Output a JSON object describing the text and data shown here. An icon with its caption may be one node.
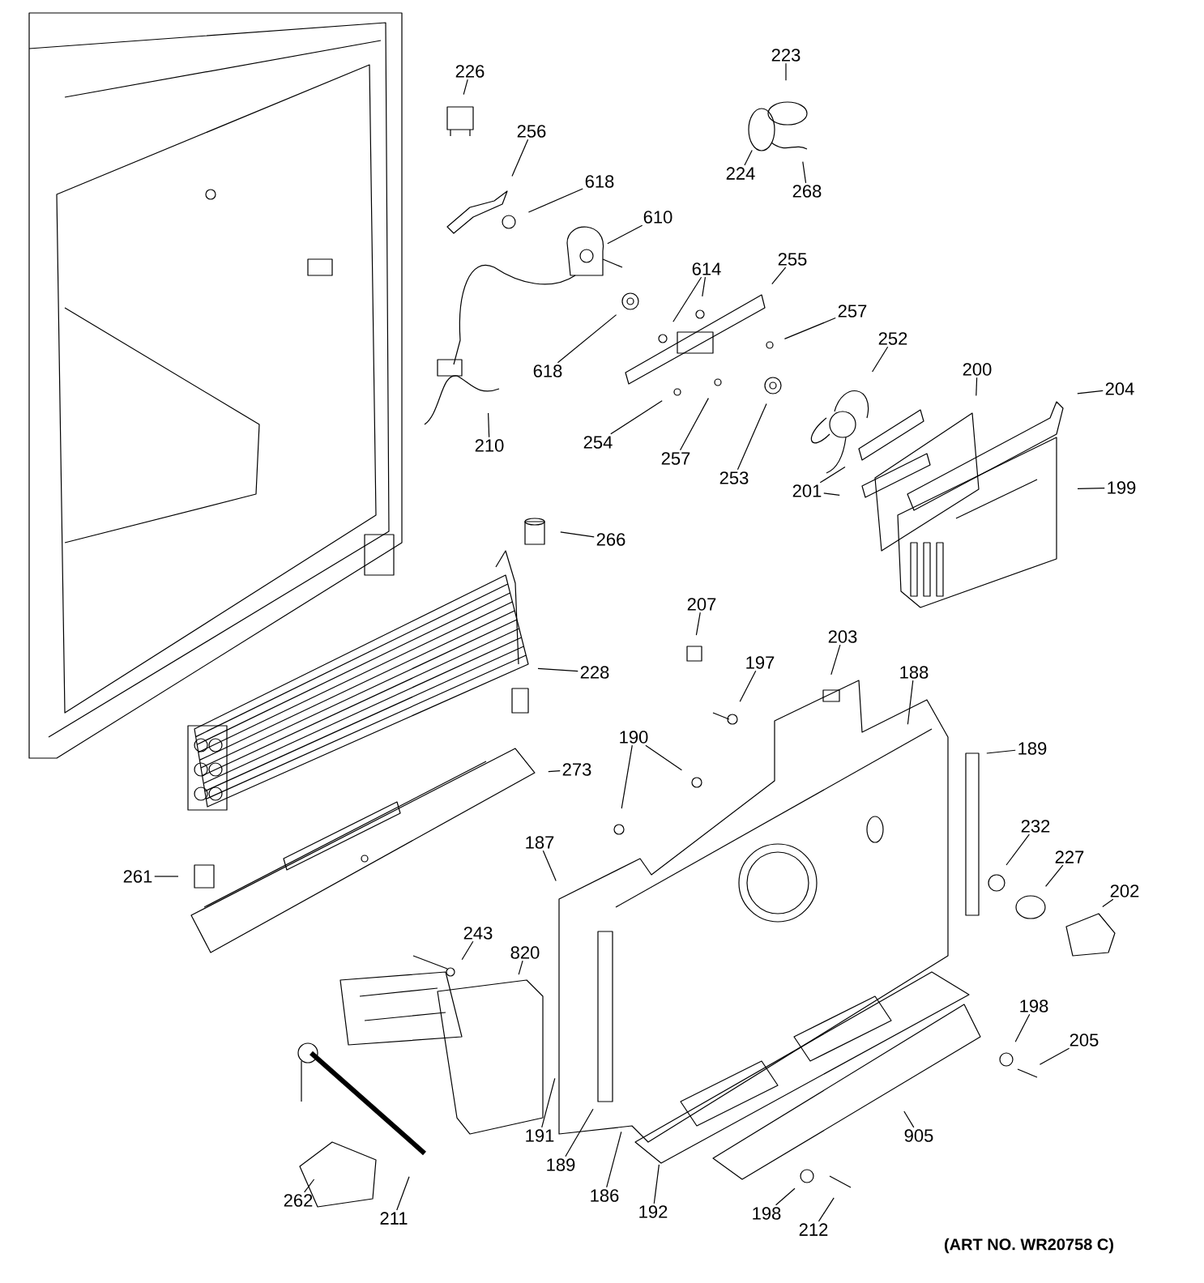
{
  "diagram": {
    "nodes": [
      {
        "text": [
          "223"
        ]
      },
      {
        "text": [
          "226"
        ]
      },
      {
        "text": [
          "256"
        ]
      },
      {
        "text": [
          "224"
        ]
      },
      {
        "text": [
          "618"
        ]
      },
      {
        "text": [
          "268"
        ]
      },
      {
        "text": [
          "610"
        ]
      },
      {
        "text": [
          "255"
        ]
      },
      {
        "text": [
          "614"
        ]
      },
      {
        "text": [
          "257"
        ]
      },
      {
        "text": [
          "252"
        ]
      },
      {
        "text": [
          "200"
        ]
      },
      {
        "text": [
          "618"
        ]
      },
      {
        "text": [
          "204"
        ]
      },
      {
        "text": [
          "254"
        ]
      },
      {
        "text": [
          "210"
        ]
      },
      {
        "text": [
          "257"
        ]
      },
      {
        "text": [
          "253"
        ]
      },
      {
        "text": [
          "199"
        ]
      },
      {
        "text": [
          "201"
        ]
      },
      {
        "text": [
          "266"
        ]
      },
      {
        "text": [
          "207"
        ]
      },
      {
        "text": [
          "203"
        ]
      },
      {
        "text": [
          "197"
        ]
      },
      {
        "text": [
          "228"
        ]
      },
      {
        "text": [
          "188"
        ]
      },
      {
        "text": [
          "190"
        ]
      },
      {
        "text": [
          "189"
        ]
      },
      {
        "text": [
          "273"
        ]
      },
      {
        "text": [
          "232"
        ]
      },
      {
        "text": [
          "187"
        ]
      },
      {
        "text": [
          "227"
        ]
      },
      {
        "text": [
          "261"
        ]
      },
      {
        "text": [
          "202"
        ]
      },
      {
        "text": [
          "243"
        ]
      },
      {
        "text": [
          "820"
        ]
      },
      {
        "text": [
          "198"
        ]
      },
      {
        "text": [
          "205"
        ]
      },
      {
        "text": [
          "191"
        ]
      },
      {
        "text": [
          "905"
        ]
      },
      {
        "text": [
          "189"
        ]
      },
      {
        "text": [
          "186"
        ]
      },
      {
        "text": [
          "262"
        ]
      },
      {
        "text": [
          "192"
        ]
      },
      {
        "text": [
          "198"
        ]
      },
      {
        "text": [
          "211"
        ]
      },
      {
        "text": [
          "212"
        ]
      }
    ],
    "edges": [
      {
        "from": 0,
        "to": null,
        "arrow": "none"
      },
      {
        "from": 1,
        "to": null,
        "arrow": "none"
      },
      {
        "from": 2,
        "to": null,
        "arrow": "none"
      },
      {
        "from": 3,
        "to": null,
        "arrow": "none"
      },
      {
        "from": 4,
        "to": null,
        "arrow": "none"
      },
      {
        "from": 5,
        "to": null,
        "arrow": "none"
      },
      {
        "from": 6,
        "to": null,
        "arrow": "none"
      },
      {
        "from": 7,
        "to": null,
        "arrow": "none"
      },
      {
        "from": 8,
        "to": null,
        "arrow": "none"
      },
      {
        "from": 8,
        "to": null,
        "arrow": "none"
      },
      {
        "from": 9,
        "to": null,
        "arrow": "none"
      },
      {
        "from": 10,
        "to": null,
        "arrow": "none"
      },
      {
        "from": 11,
        "to": null,
        "arrow": "none"
      },
      {
        "from": 12,
        "to": null,
        "arrow": "none"
      },
      {
        "from": 13,
        "to": null,
        "arrow": "none"
      },
      {
        "from": 14,
        "to": null,
        "arrow": "none"
      },
      {
        "from": 15,
        "to": null,
        "arrow": "none"
      },
      {
        "from": 16,
        "to": null,
        "arrow": "none"
      },
      {
        "from": 17,
        "to": null,
        "arrow": "none"
      },
      {
        "from": 18,
        "to": null,
        "arrow": "none"
      },
      {
        "from": 19,
        "to": null,
        "arrow": "none"
      },
      {
        "from": 19,
        "to": null,
        "arrow": "none"
      },
      {
        "from": 20,
        "to": null,
        "arrow": "none"
      },
      {
        "from": 21,
        "to": null,
        "arrow": "none"
      },
      {
        "from": 22,
        "to": null,
        "arrow": "none"
      },
      {
        "from": 23,
        "to": null,
        "arrow": "none"
      },
      {
        "from": 24,
        "to": null,
        "arrow": "none"
      },
      {
        "from": 25,
        "to": null,
        "arrow": "none"
      },
      {
        "from": 26,
        "to": null,
        "arrow": "none"
      },
      {
        "from": 26,
        "to": null,
        "arrow": "none"
      },
      {
        "from": 27,
        "to": null,
        "arrow": "none"
      },
      {
        "from": 28,
        "to": null,
        "arrow": "none"
      },
      {
        "from": 29,
        "to": null,
        "arrow": "none"
      },
      {
        "from": 30,
        "to": null,
        "arrow": "none"
      },
      {
        "from": 31,
        "to": null,
        "arrow": "none"
      },
      {
        "from": 32,
        "to": null,
        "arrow": "none"
      },
      {
        "from": 33,
        "to": null,
        "arrow": "none"
      },
      {
        "from": 34,
        "to": null,
        "arrow": "none"
      },
      {
        "from": 35,
        "to": null,
        "arrow": "none"
      },
      {
        "from": 36,
        "to": null,
        "arrow": "none"
      },
      {
        "from": 37,
        "to": null,
        "arrow": "none"
      },
      {
        "from": 38,
        "to": null,
        "arrow": "none"
      },
      {
        "from": 39,
        "to": null,
        "arrow": "none"
      },
      {
        "from": 40,
        "to": null,
        "arrow": "none"
      },
      {
        "from": 41,
        "to": null,
        "arrow": "none"
      },
      {
        "from": 42,
        "to": null,
        "arrow": "none"
      },
      {
        "from": 43,
        "to": null,
        "arrow": "none"
      },
      {
        "from": 44,
        "to": null,
        "arrow": "none"
      },
      {
        "from": 45,
        "to": null,
        "arrow": "none"
      },
      {
        "from": 46,
        "to": null,
        "arrow": "none"
      }
    ],
    "labels": [
      "(ART NO. WR20758 C)"
    ]
  }
}
